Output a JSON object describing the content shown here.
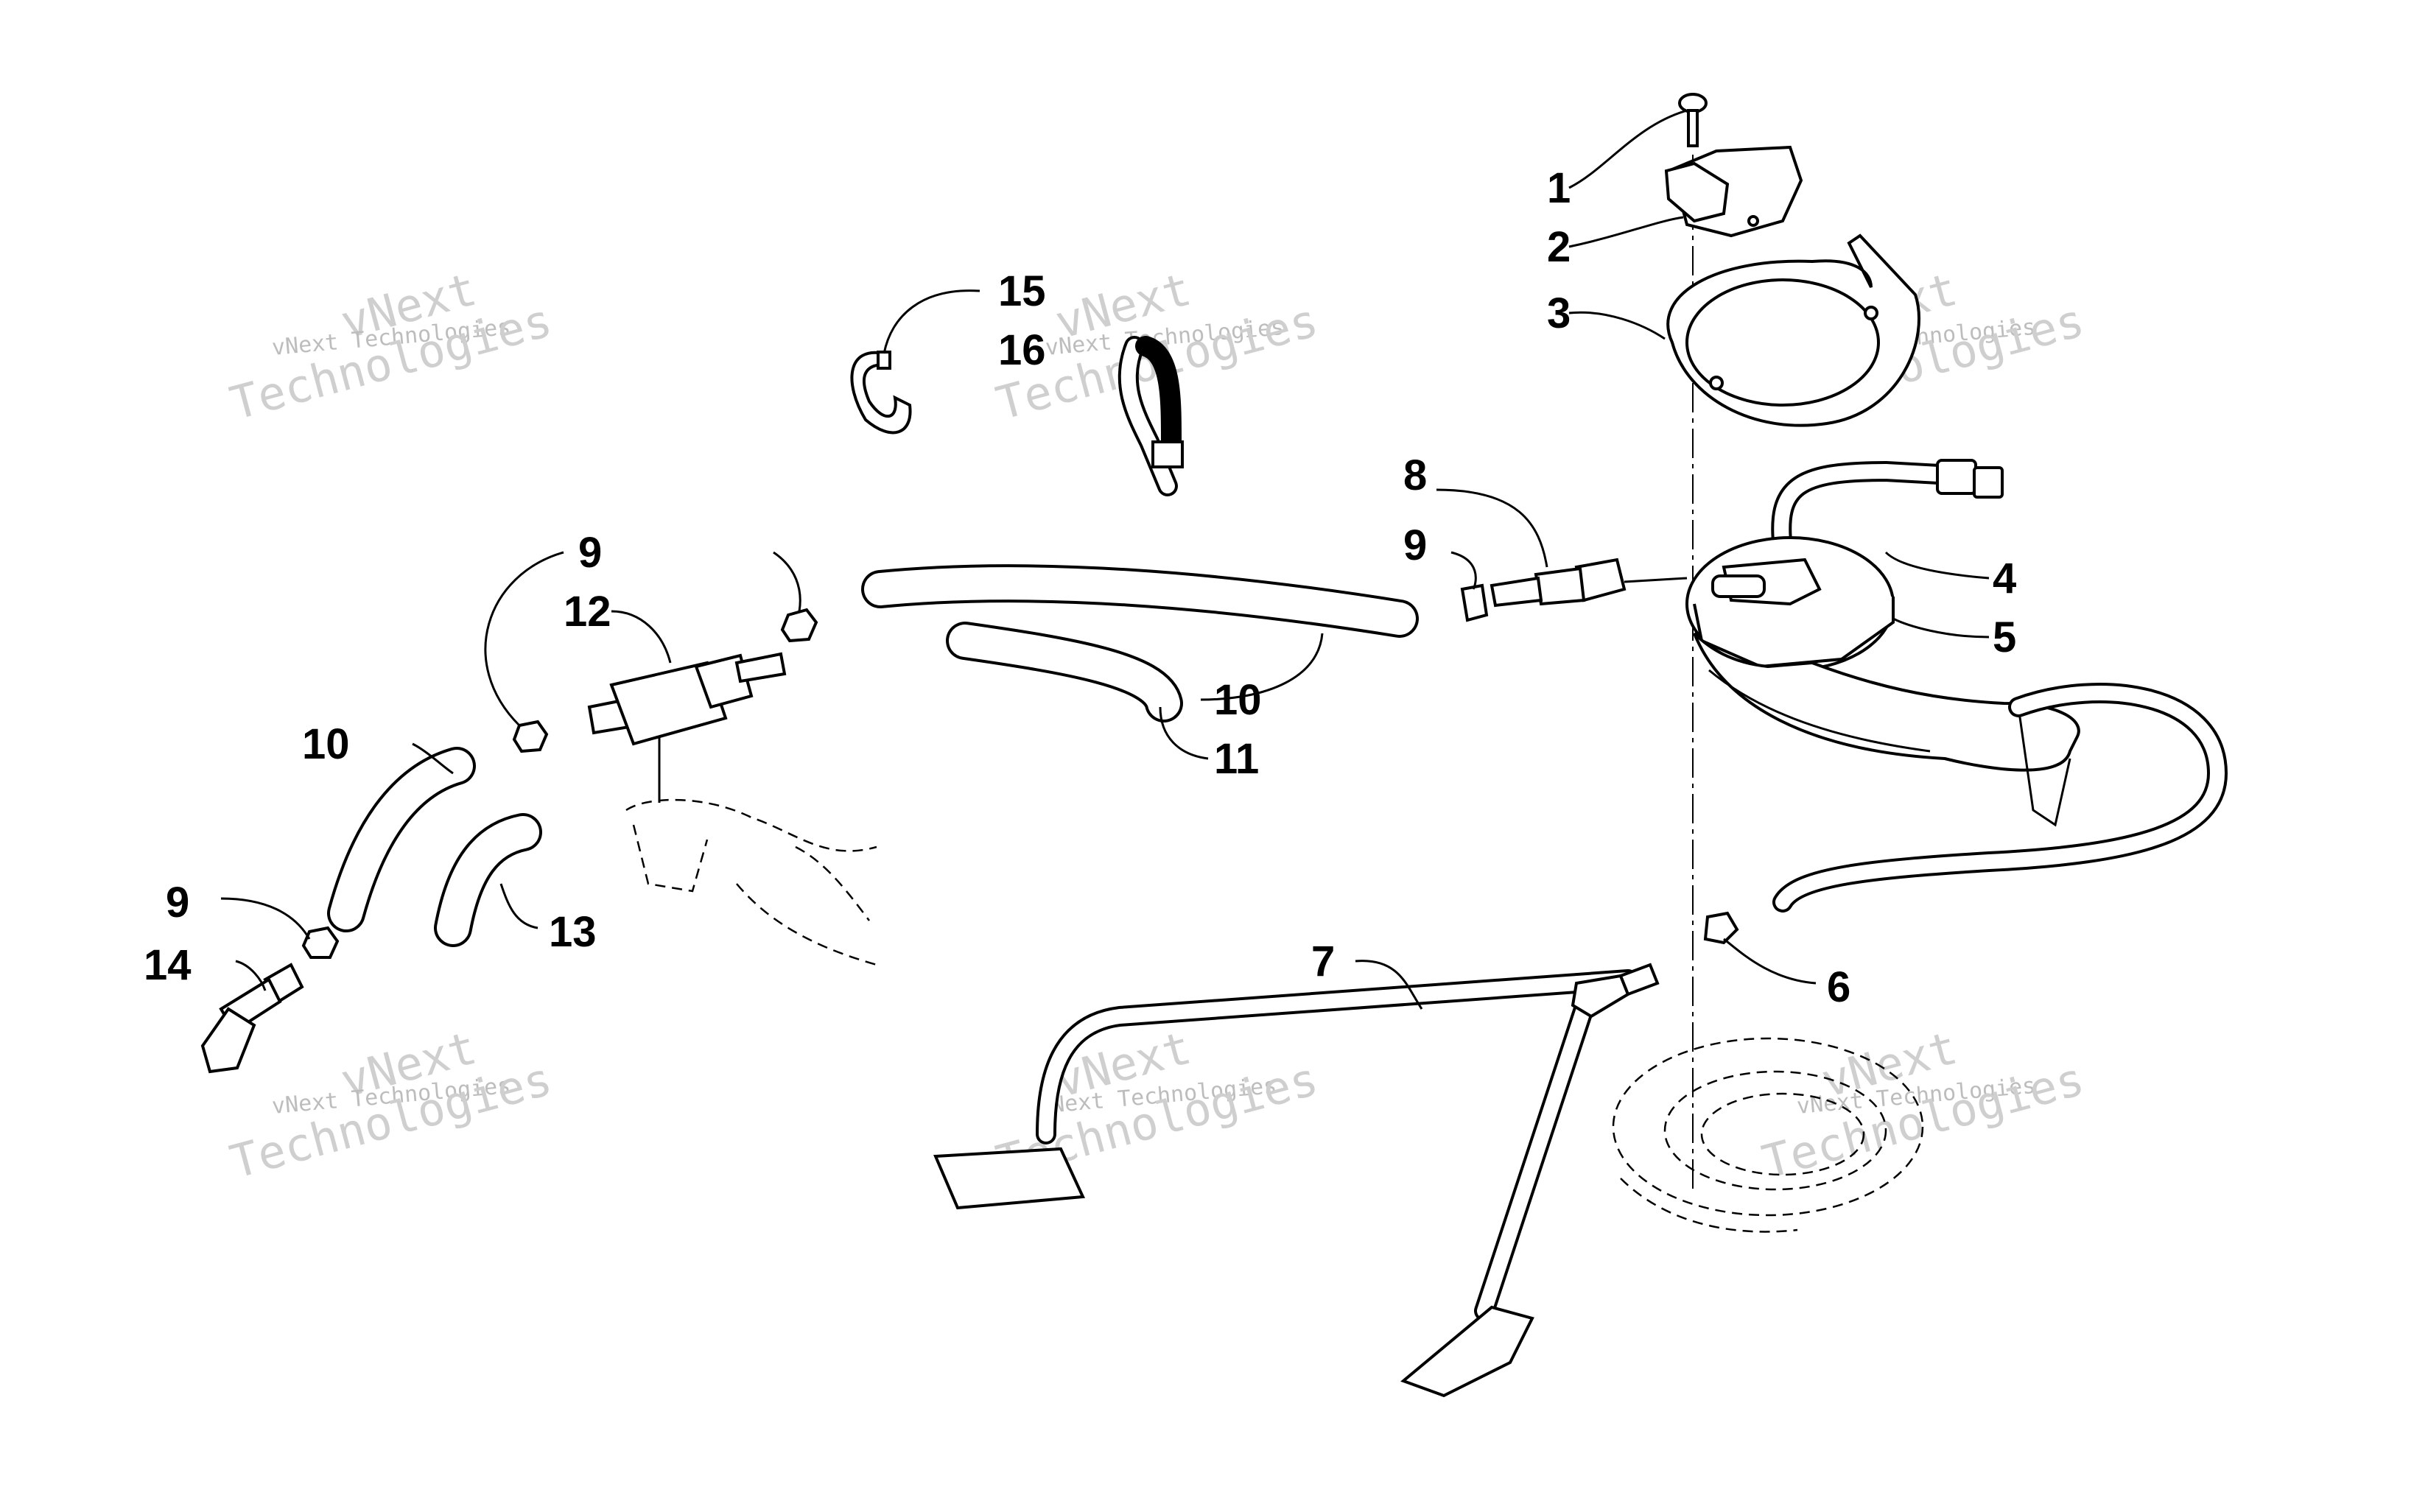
{
  "callouts": {
    "c1": "1",
    "c2": "2",
    "c3": "3",
    "c4": "4",
    "c5": "5",
    "c6": "6",
    "c7": "7",
    "c8": "8",
    "c9a": "9",
    "c9b": "9",
    "c9c": "9",
    "c10a": "10",
    "c10b": "10",
    "c11": "11",
    "c12": "12",
    "c13": "13",
    "c14": "14",
    "c15": "15",
    "c16": "16"
  },
  "watermark": {
    "line1": "vNext Technologies",
    "line2": "vNext",
    "line3": "Technologies"
  }
}
